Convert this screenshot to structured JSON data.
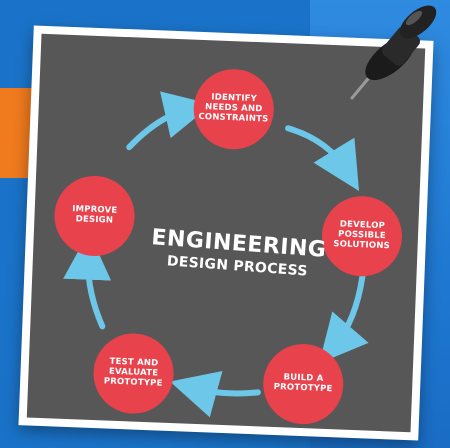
{
  "diagram": {
    "title_line1": "ENGINEERING",
    "title_line2": "DESIGN PROCESS",
    "steps": [
      {
        "label": "IDENTIFY NEEDS AND CONSTRAINTS"
      },
      {
        "label": "DEVELOP POSSIBLE SOLUTIONS"
      },
      {
        "label": "BUILD A PROTOTYPE"
      },
      {
        "label": "TEST AND EVALUATE PROTOTYPE"
      },
      {
        "label": "IMPROVE DESIGN"
      }
    ]
  },
  "colors": {
    "background": "#1a73c9",
    "accent_orange": "#f07a1e",
    "card_border": "#ffffff",
    "card_fill": "#585757",
    "circle": "#e8424c",
    "arrow": "#6cc7e8"
  },
  "icons": [
    "push-pin-icon"
  ]
}
